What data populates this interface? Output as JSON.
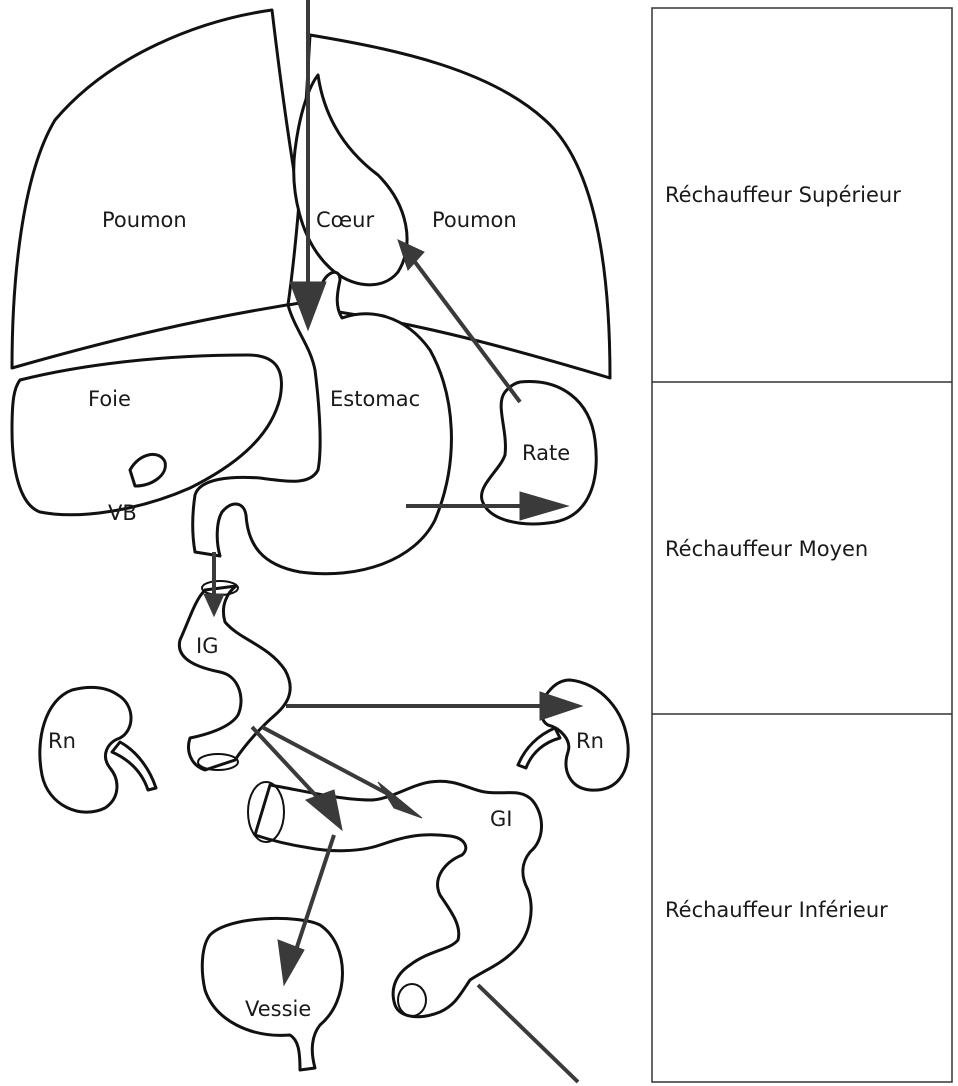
{
  "organs": {
    "lung_left": "Poumon",
    "lung_right": "Poumon",
    "heart": "Cœur",
    "liver": "Foie",
    "stomach": "Estomac",
    "spleen": "Rate",
    "gallbladder": "VB",
    "small_intestine": "IG",
    "kidney_left": "Rn",
    "kidney_right": "Rn",
    "large_intestine": "GI",
    "bladder": "Vessie"
  },
  "sections": {
    "upper": "Réchauffeur Supérieur",
    "middle": "Réchauffeur Moyen",
    "lower": "Réchauffeur Inférieur"
  }
}
